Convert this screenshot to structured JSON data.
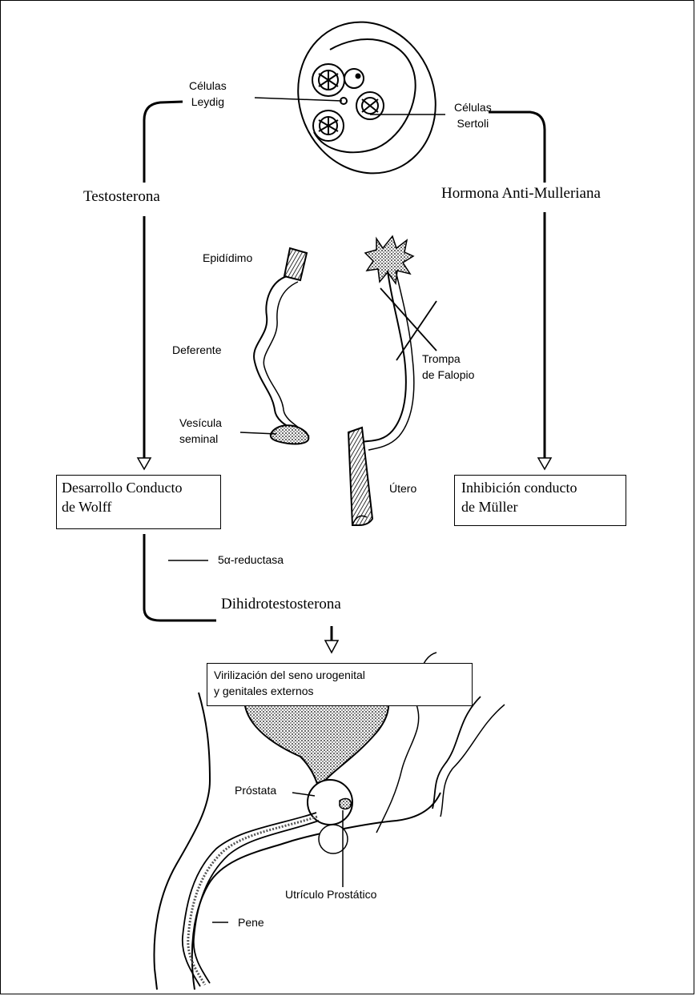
{
  "labels": {
    "leydig": [
      "Células",
      "Leydig"
    ],
    "sertoli": [
      "Células",
      "Sertoli"
    ],
    "testosterona": "Testosterona",
    "amh": "Hormona Anti-Mulleriana",
    "epididimo": "Epidídimo",
    "deferente": "Deferente",
    "vesicula": [
      "Vesícula",
      "seminal"
    ],
    "trompa": [
      "Trompa",
      "de Falopio"
    ],
    "utero": "Útero",
    "reductasa": "5α-reductasa",
    "dht": "Dihidrotestosterona",
    "prostata": "Próstata",
    "utriculo": "Utrículo Prostático",
    "pene": "Pene"
  },
  "boxes": {
    "wolff": [
      "Desarrollo Conducto",
      "de Wolff"
    ],
    "muller": [
      "Inhibición conducto",
      "de Müller"
    ],
    "virilizacion": [
      "Virilización del seno urogenital",
      "y genitales externos"
    ]
  }
}
